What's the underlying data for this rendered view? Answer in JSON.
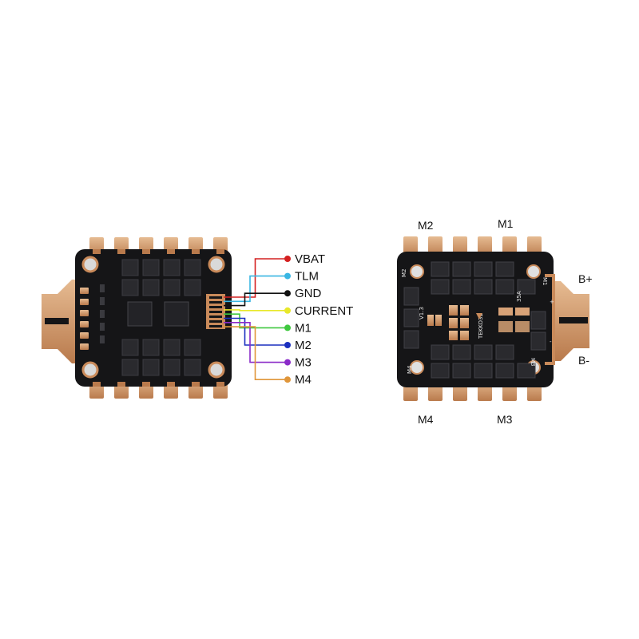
{
  "left_board": {
    "signal_wires": [
      {
        "label": "VBAT",
        "color": "#d42020"
      },
      {
        "label": "TLM",
        "color": "#39b6e3"
      },
      {
        "label": "GND",
        "color": "#111111"
      },
      {
        "label": "CURRENT",
        "color": "#e8e82a"
      },
      {
        "label": "M1",
        "color": "#3fc83f"
      },
      {
        "label": "M2",
        "color": "#1a2fbf"
      },
      {
        "label": "M3",
        "color": "#8a2bc8"
      },
      {
        "label": "M4",
        "color": "#e0963a"
      }
    ]
  },
  "right_board": {
    "motor_labels": {
      "top_left": "M2",
      "top_right": "M1",
      "bottom_left": "M4",
      "bottom_right": "M3"
    },
    "battery_labels": {
      "positive": "B+",
      "negative": "B-"
    },
    "silkscreen": {
      "corner_m2": "M2",
      "corner_m1": "M1",
      "corner_m4": "M4",
      "corner_m3": "M3",
      "version": "V1.3",
      "rating": "35A",
      "model": "TEKKO32",
      "plus": "+",
      "minus": "-"
    }
  },
  "colors": {
    "pcb": "#151517",
    "gold": "#c98a5a",
    "gold_light": "#e2b48a",
    "chip": "#2a2a2e",
    "background": "#ffffff"
  }
}
